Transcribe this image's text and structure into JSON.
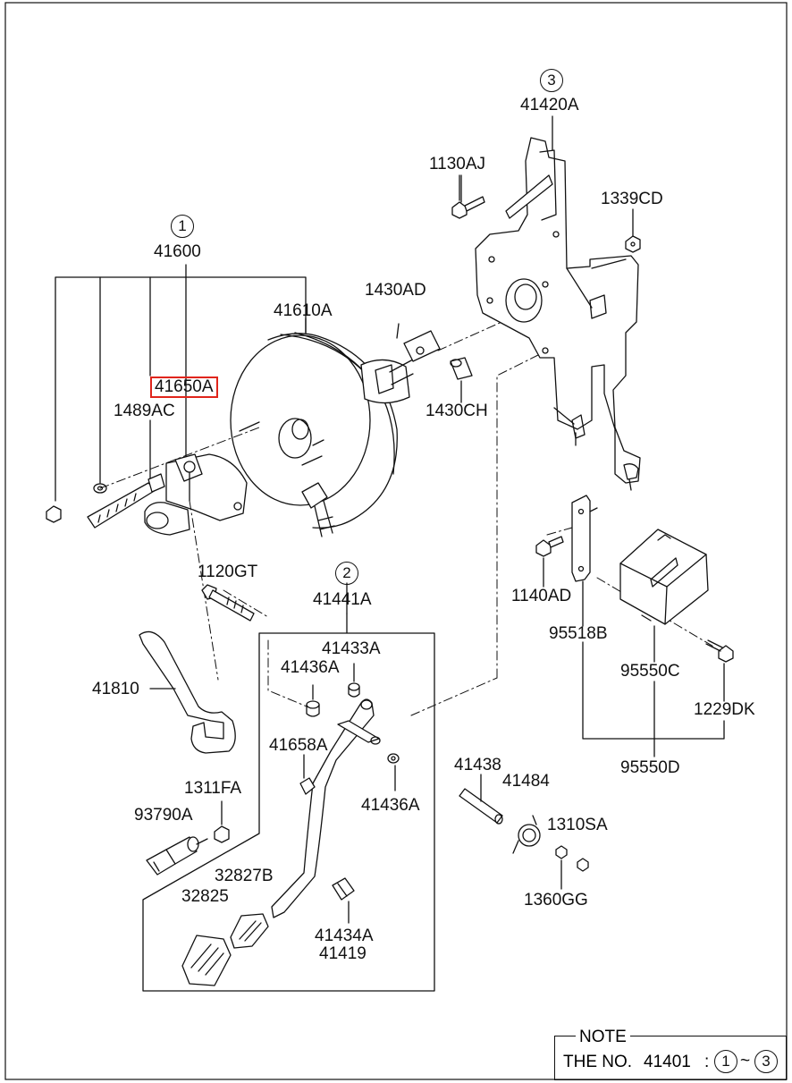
{
  "groups": {
    "g1": "1",
    "g2": "2",
    "g3": "3"
  },
  "labels": {
    "p41420A": "41420A",
    "p1130AJ": "1130AJ",
    "p1339CD": "1339CD",
    "p41600": "41600",
    "p1430AD": "1430AD",
    "p41610A": "41610A",
    "p41650A": "41650A",
    "p1489AC": "1489AC",
    "p1430CH": "1430CH",
    "p1140AD": "1140AD",
    "p1120GT": "1120GT",
    "p41441A": "41441A",
    "p41433A": "41433A",
    "p41436A_top": "41436A",
    "p95518B": "95518B",
    "p95550C": "95550C",
    "p41810": "41810",
    "p1229DK": "1229DK",
    "p41658A": "41658A",
    "p41438": "41438",
    "p95550D": "95550D",
    "p41484": "41484",
    "p1311FA": "1311FA",
    "p41436A_bot": "41436A",
    "p93790A": "93790A",
    "p1310SA": "1310SA",
    "p32827B": "32827B",
    "p32825": "32825",
    "p1360GG": "1360GG",
    "p41434A": "41434A",
    "p41419": "41419"
  },
  "note": {
    "title": "NOTE",
    "prefix": "THE NO.",
    "part": "41401",
    "sep": ":",
    "range_start": "1",
    "tilde": "~",
    "range_end": "3"
  },
  "colors": {
    "highlight": "#e0251b",
    "line": "#111111"
  }
}
